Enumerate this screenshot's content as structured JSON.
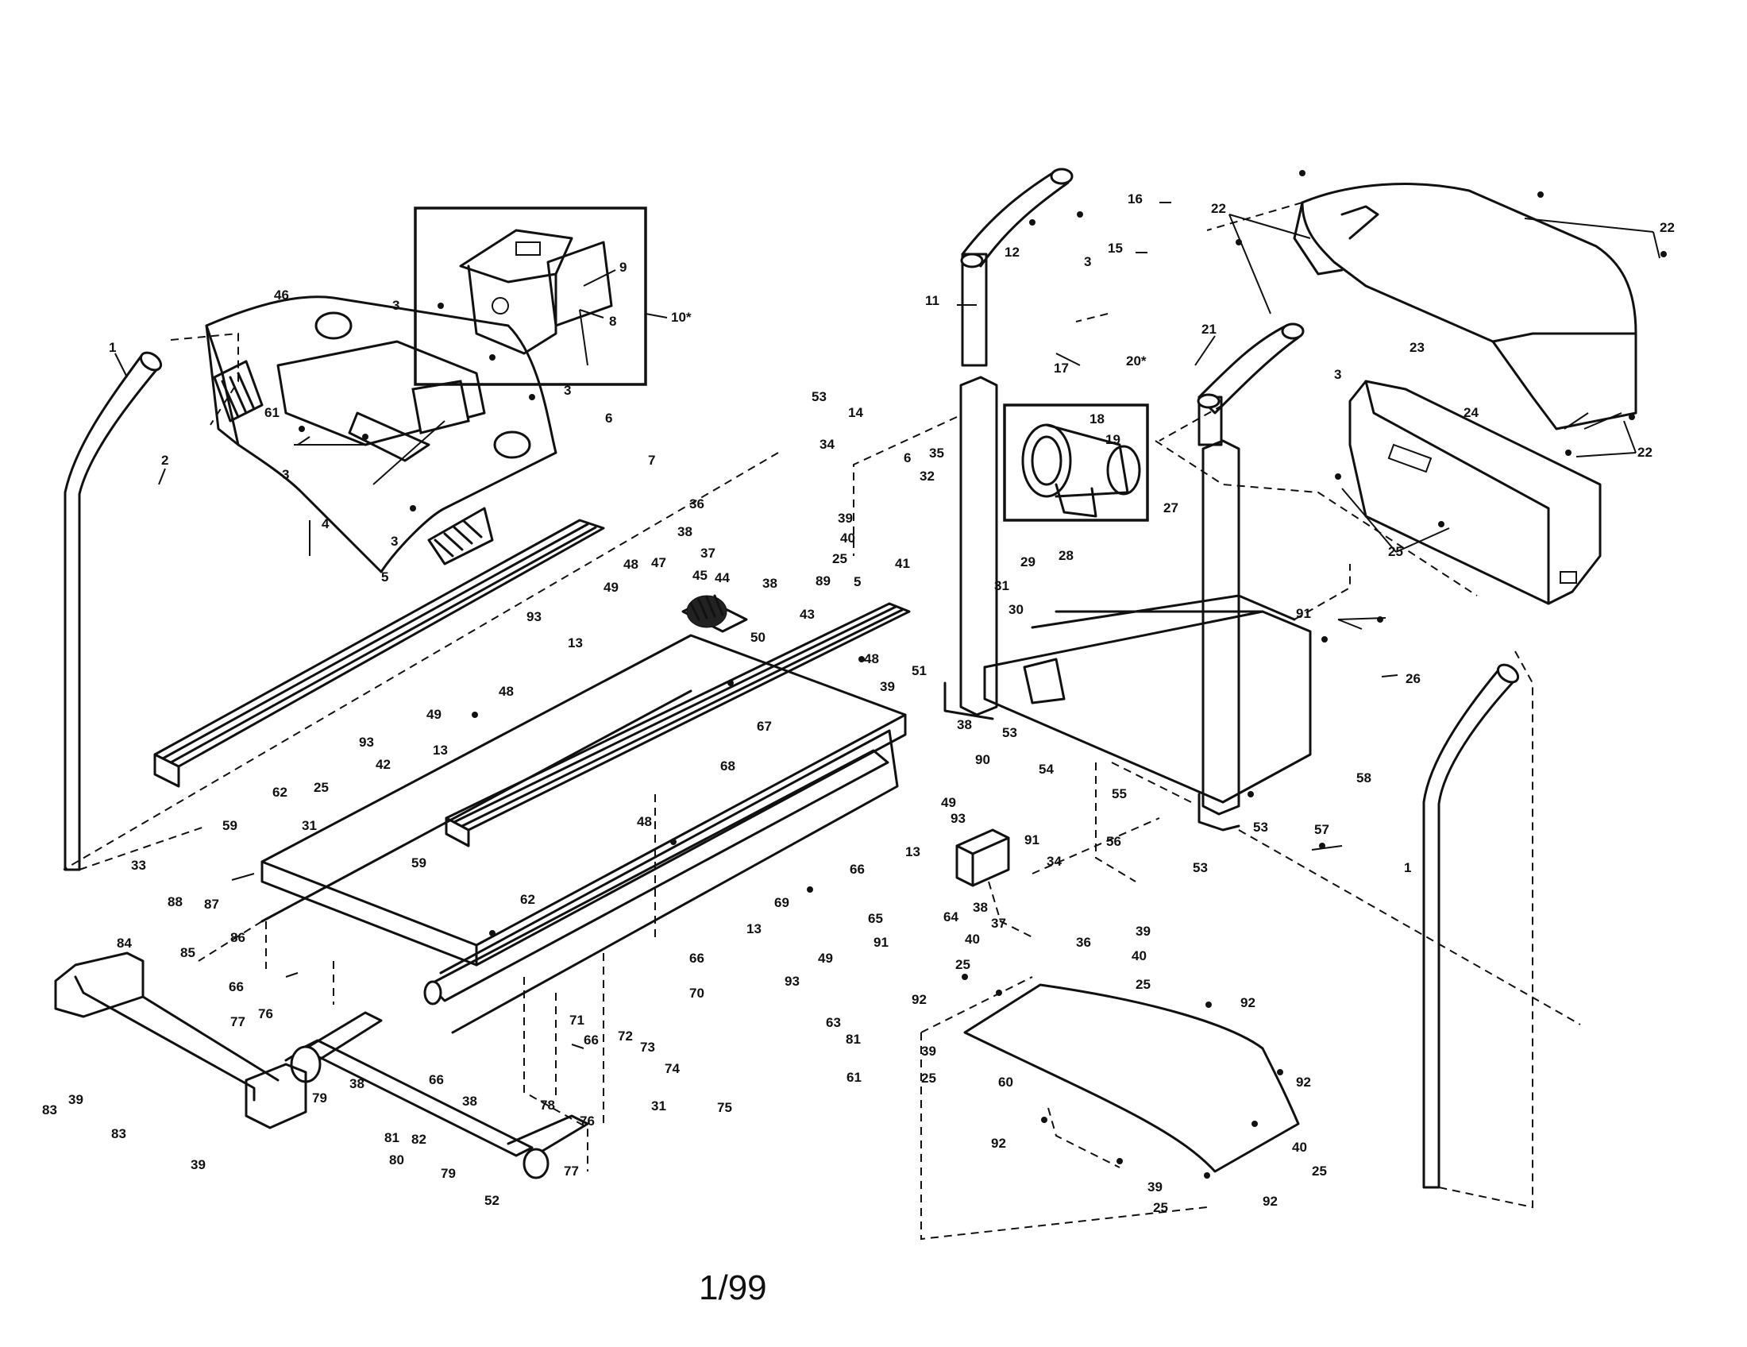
{
  "page_number": "1/99",
  "callouts": {
    "c1a": "1",
    "c1b": "1",
    "c2": "2",
    "c3a": "3",
    "c3b": "3",
    "c3c": "3",
    "c3d": "3",
    "c3e": "3",
    "c3f": "3",
    "c4": "4",
    "c5a": "5",
    "c5b": "5",
    "c6a": "6",
    "c6b": "6",
    "c7": "7",
    "c8": "8",
    "c9": "9",
    "c10": "10*",
    "c11": "11",
    "c12": "12",
    "c13a": "13",
    "c13b": "13",
    "c13c": "13",
    "c13d": "13",
    "c14": "14",
    "c15": "15",
    "c16": "16",
    "c17": "17",
    "c18": "18",
    "c19": "19",
    "c20": "20*",
    "c21": "21",
    "c22a": "22",
    "c22b": "22",
    "c22c": "22",
    "c23": "23",
    "c24": "24",
    "c25a": "25",
    "c25b": "25",
    "c25c": "25",
    "c25d": "25",
    "c25e": "25",
    "c25f": "25",
    "c25g": "25",
    "c25h": "25",
    "c26": "26",
    "c27": "27",
    "c28": "28",
    "c29": "29",
    "c30": "30",
    "c31a": "31",
    "c31b": "31",
    "c31c": "31",
    "c32": "32",
    "c33": "33",
    "c34a": "34",
    "c34b": "34",
    "c35": "35",
    "c36a": "36",
    "c36b": "36",
    "c37a": "37",
    "c37b": "37",
    "c38a": "38",
    "c38b": "38",
    "c38c": "38",
    "c38d": "38",
    "c38e": "38",
    "c38f": "38",
    "c39a": "39",
    "c39b": "39",
    "c39c": "39",
    "c39d": "39",
    "c39e": "39",
    "c39f": "39",
    "c39g": "39",
    "c40a": "40",
    "c40b": "40",
    "c40c": "40",
    "c40d": "40",
    "c41": "41",
    "c42": "42",
    "c43": "43",
    "c44": "44",
    "c45": "45",
    "c46": "46",
    "c47": "47",
    "c48a": "48",
    "c48b": "48",
    "c48c": "48",
    "c48d": "48",
    "c49a": "49",
    "c49b": "49",
    "c49c": "49",
    "c49d": "49",
    "c50": "50",
    "c51": "51",
    "c52": "52",
    "c53a": "53",
    "c53b": "53",
    "c53c": "53",
    "c53d": "53",
    "c54": "54",
    "c55": "55",
    "c56": "56",
    "c57": "57",
    "c58": "58",
    "c59a": "59",
    "c59b": "59",
    "c60": "60",
    "c61a": "61",
    "c61b": "61",
    "c62a": "62",
    "c62b": "62",
    "c63": "63",
    "c64": "64",
    "c65": "65",
    "c66a": "66",
    "c66b": "66",
    "c66c": "66",
    "c66d": "66",
    "c66e": "66",
    "c67": "67",
    "c68": "68",
    "c69": "69",
    "c70": "70",
    "c71": "71",
    "c72": "72",
    "c73": "73",
    "c74": "74",
    "c75": "75",
    "c76a": "76",
    "c76b": "76",
    "c77a": "77",
    "c77b": "77",
    "c78": "78",
    "c79a": "79",
    "c79b": "79",
    "c80": "80",
    "c81a": "81",
    "c81b": "81",
    "c82": "82",
    "c83a": "83",
    "c83b": "83",
    "c84": "84",
    "c85": "85",
    "c86": "86",
    "c87": "87",
    "c88": "88",
    "c89": "89",
    "c90": "90",
    "c91a": "91",
    "c91b": "91",
    "c91c": "91",
    "c92a": "92",
    "c92b": "92",
    "c92c": "92",
    "c92d": "92",
    "c92e": "92",
    "c93a": "93",
    "c93b": "93",
    "c93c": "93",
    "c93d": "93"
  }
}
